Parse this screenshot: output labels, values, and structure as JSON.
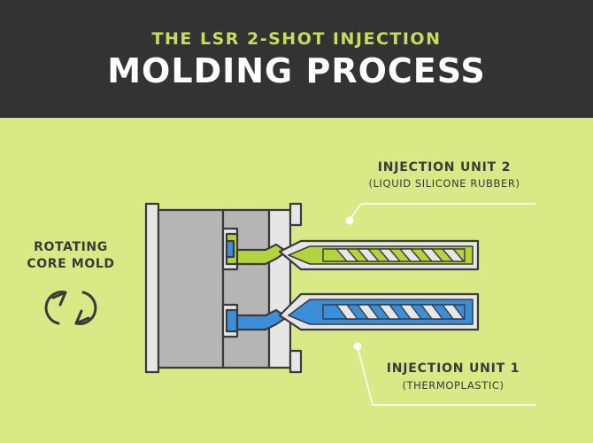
{
  "header": {
    "pretitle": "THE LSR 2-SHOT INJECTION",
    "title": "MOLDING PROCESS"
  },
  "labels": {
    "unit2_title": "INJECTION UNIT 2",
    "unit2_sub": "(LIQUID SILICONE RUBBER)",
    "unit1_title": "INJECTION UNIT 1",
    "unit1_sub": "(THERMOPLASTIC)",
    "rotating_line1": "ROTATING",
    "rotating_line2": "CORE MOLD"
  },
  "icons": {
    "rotate": "rotate-arrows-icon",
    "pointer2": "pointer-dot-icon",
    "pointer1": "pointer-dot-icon"
  },
  "colors": {
    "header_bg": "#333333",
    "background": "#d8e986",
    "accent_text": "#c8dc5a",
    "lsr": "#b3d43f",
    "thermoplastic": "#3b8fd8",
    "mold_gray": "#b5b5b5",
    "outline": "#3a3a3a"
  }
}
